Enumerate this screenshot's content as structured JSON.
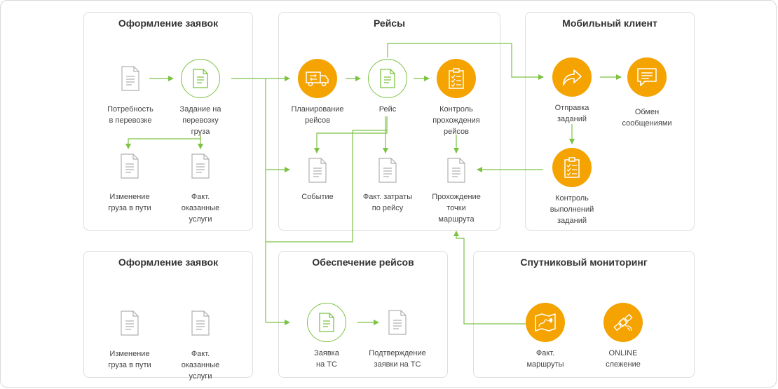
{
  "panels": {
    "requests_top": {
      "title": "Оформление заявок"
    },
    "trips": {
      "title": "Рейсы"
    },
    "mobile": {
      "title": "Мобильный клиент"
    },
    "requests_bottom": {
      "title": "Оформление заявок"
    },
    "supply": {
      "title": "Обеспечение рейсов"
    },
    "satellite": {
      "title": "Спутниковый мониторинг"
    }
  },
  "nodes": {
    "transport_need": {
      "label": "Потребность\nв перевозке",
      "icon": "document-icon"
    },
    "transport_task": {
      "label": "Задание на\nперевозку\nгруза",
      "icon": "document-icon"
    },
    "cargo_change_top": {
      "label": "Изменение\nгруза в пути",
      "icon": "document-icon"
    },
    "actual_services_top": {
      "label": "Факт.\nоказанные\nуслуги",
      "icon": "document-icon"
    },
    "trip_planning": {
      "label": "Планирование\nрейсов",
      "icon": "truck-icon"
    },
    "trip": {
      "label": "Рейс",
      "icon": "document-icon"
    },
    "trip_control": {
      "label": "Контроль\nпрохождения\nрейсов",
      "icon": "clipboard-icon"
    },
    "event": {
      "label": "Событие",
      "icon": "document-icon"
    },
    "trip_costs": {
      "label": "Факт. затраты\nпо рейсу",
      "icon": "document-icon"
    },
    "route_point": {
      "label": "Прохождение\nточки\nмаршрута",
      "icon": "document-icon"
    },
    "send_tasks": {
      "label": "Отправка\nзаданий",
      "icon": "share-arrow-icon"
    },
    "messaging": {
      "label": "Обмен\nсообщениями",
      "icon": "chat-icon"
    },
    "execution_control": {
      "label": "Контроль\nвыполнений\nзаданий",
      "icon": "clipboard-icon"
    },
    "cargo_change_bottom": {
      "label": "Изменение\nгруза в пути",
      "icon": "document-icon"
    },
    "actual_services_bottom": {
      "label": "Факт.\nоказанные\nуслуги",
      "icon": "document-icon"
    },
    "vehicle_request": {
      "label": "Заявка\nна ТС",
      "icon": "document-icon"
    },
    "vehicle_confirm": {
      "label": "Подтверждение\nзаявки на ТС",
      "icon": "document-icon"
    },
    "actual_routes": {
      "label": "Факт.\nмаршруты",
      "icon": "map-icon"
    },
    "online_tracking": {
      "label": "ONLINE\nслежение",
      "icon": "satellite-icon"
    }
  },
  "colors": {
    "accent": "#7cc243",
    "orange": "#f4a300",
    "border": "#dedede",
    "doc": "#b0b0b0"
  }
}
